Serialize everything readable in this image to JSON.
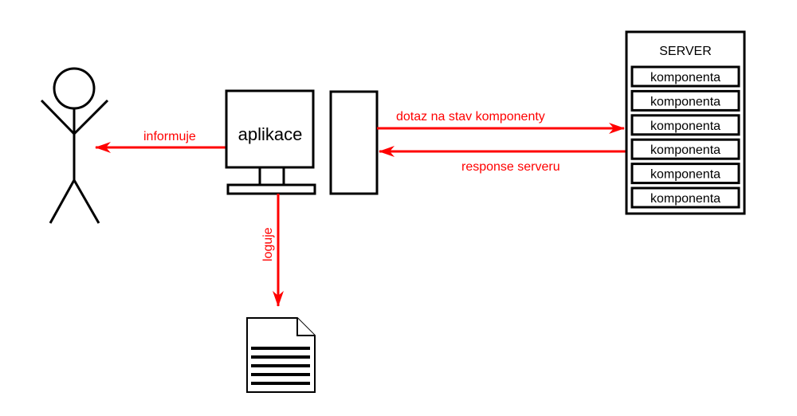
{
  "colors": {
    "arrow": "#ff0000",
    "stroke": "#000000",
    "background": "#ffffff"
  },
  "icons": {
    "user": "stick-figure-icon",
    "monitor": "monitor-icon",
    "tower": "computer-tower-icon",
    "server": "server-rack-icon",
    "log": "document-icon"
  },
  "monitor": {
    "label": "aplikace"
  },
  "server": {
    "title": "SERVER",
    "components": [
      "komponenta",
      "komponenta",
      "komponenta",
      "komponenta",
      "komponenta",
      "komponenta"
    ]
  },
  "arrows": {
    "informs": "informuje",
    "request": "dotaz na stav komponenty",
    "response": "response serveru",
    "logs": "loguje"
  }
}
